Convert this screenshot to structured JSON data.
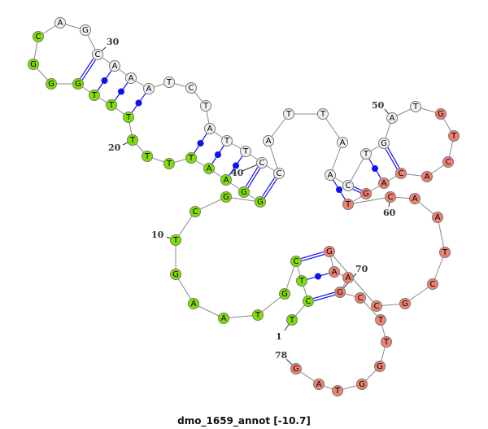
{
  "title": "dmo_1659_annot [-10.7]",
  "sequence": "TCTCGTAAGTCGGGAATTTTTTTGGGCAGCAAATCTATTCCATTAACTGATGTCACAGTCAATCGCGAAGCTTGGTAG",
  "colors": {
    "green": "#7fe000",
    "white": "#f0f0f0",
    "red": "#f08070",
    "pair": "#1010f0",
    "backbone": "#888888"
  },
  "regions": [
    {
      "from": 1,
      "to": 27,
      "color": "green"
    },
    {
      "from": 28,
      "to": 51,
      "color": "white"
    },
    {
      "from": 52,
      "to": 78,
      "color": "red"
    }
  ],
  "pairs": [
    [
      24,
      30
    ],
    [
      23,
      31
    ],
    [
      22,
      32
    ],
    [
      21,
      33
    ],
    [
      17,
      37
    ],
    [
      16,
      38
    ],
    [
      15,
      39
    ],
    [
      14,
      40
    ],
    [
      13,
      41
    ],
    [
      59,
      46
    ],
    [
      58,
      47
    ],
    [
      57,
      48
    ],
    [
      56,
      49
    ],
    [
      2,
      70
    ],
    [
      3,
      68
    ],
    [
      4,
      67
    ]
  ],
  "position_labels": [
    "1",
    "10",
    "20",
    "30",
    "40",
    "50",
    "60",
    "70",
    "78"
  ]
}
